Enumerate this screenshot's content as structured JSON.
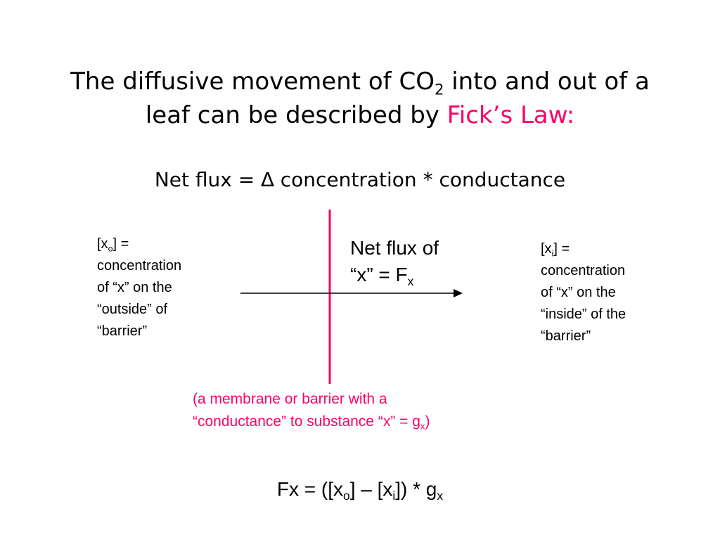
{
  "title": {
    "line1_before_sub": "The diffusive movement of CO",
    "line1_sub": "2",
    "line1_after_sub": " into and out of a",
    "line2_text": "leaf can be described by ",
    "line2_highlight": "Fick’s Law:"
  },
  "equation": {
    "text": "Net flux = ∆ concentration * conductance"
  },
  "left_label": {
    "prefix": "[x",
    "sub": "o",
    "suffix": "] =",
    "line2": "concentration",
    "line3": "of “x” on the",
    "line4": "“outside” of",
    "line5": "“barrier”"
  },
  "right_label": {
    "prefix": "[x",
    "sub": "i",
    "suffix": "] =",
    "line2": "concentration",
    "line3": "of “x” on the",
    "line4": "“inside” of the",
    "line5": "“barrier”"
  },
  "flux_label": {
    "line1": "Net flux of",
    "line2_prefix": "“x” = F",
    "line2_sub": "x"
  },
  "barrier_note": {
    "line1": "(a membrane or barrier with a",
    "line2_prefix": "“conductance” to substance “x” = g",
    "line2_sub": "x",
    "line2_suffix": ")"
  },
  "formula": {
    "part1": "Fx = ([x",
    "sub1": "o",
    "part2": "] – [x",
    "sub2": "i",
    "part3": "]) * g",
    "sub3": "x"
  },
  "colors": {
    "accent": "#ff0066",
    "text": "#000000",
    "background": "#ffffff"
  }
}
